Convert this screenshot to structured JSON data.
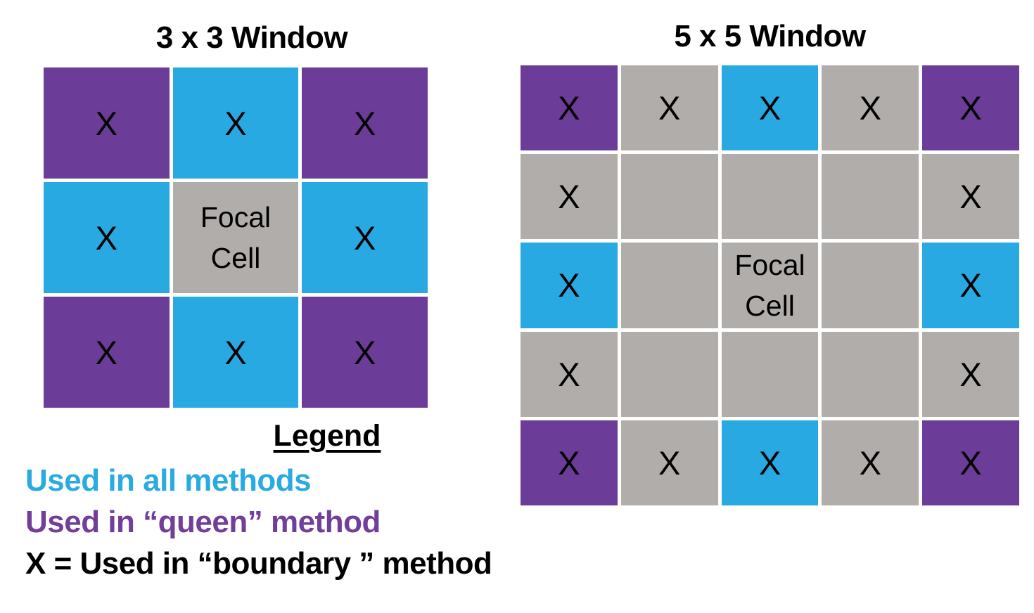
{
  "colors": {
    "purple": "#6B3C98",
    "blue": "#29A9E1",
    "gray": "#B1ADAB",
    "mark": "#000000"
  },
  "window3": {
    "title": "3 x 3 Window",
    "focal_label": [
      "Focal",
      "Cell"
    ],
    "rows": [
      [
        {
          "c": "purple",
          "m": "X"
        },
        {
          "c": "blue",
          "m": "X"
        },
        {
          "c": "purple",
          "m": "X"
        }
      ],
      [
        {
          "c": "blue",
          "m": "X"
        },
        {
          "c": "gray",
          "focal": true
        },
        {
          "c": "blue",
          "m": "X"
        }
      ],
      [
        {
          "c": "purple",
          "m": "X"
        },
        {
          "c": "blue",
          "m": "X"
        },
        {
          "c": "purple",
          "m": "X"
        }
      ]
    ]
  },
  "window5": {
    "title": "5 x 5 Window",
    "focal_label": [
      "Focal",
      "Cell"
    ],
    "rows": [
      [
        {
          "c": "purple",
          "m": "X"
        },
        {
          "c": "gray",
          "m": "X"
        },
        {
          "c": "blue",
          "m": "X"
        },
        {
          "c": "gray",
          "m": "X"
        },
        {
          "c": "purple",
          "m": "X"
        }
      ],
      [
        {
          "c": "gray",
          "m": "X"
        },
        {
          "c": "gray",
          "m": ""
        },
        {
          "c": "gray",
          "m": ""
        },
        {
          "c": "gray",
          "m": ""
        },
        {
          "c": "gray",
          "m": "X"
        }
      ],
      [
        {
          "c": "blue",
          "m": "X"
        },
        {
          "c": "gray",
          "m": ""
        },
        {
          "c": "gray",
          "focal": true
        },
        {
          "c": "gray",
          "m": ""
        },
        {
          "c": "blue",
          "m": "X"
        }
      ],
      [
        {
          "c": "gray",
          "m": "X"
        },
        {
          "c": "gray",
          "m": ""
        },
        {
          "c": "gray",
          "m": ""
        },
        {
          "c": "gray",
          "m": ""
        },
        {
          "c": "gray",
          "m": "X"
        }
      ],
      [
        {
          "c": "purple",
          "m": "X"
        },
        {
          "c": "gray",
          "m": "X"
        },
        {
          "c": "blue",
          "m": "X"
        },
        {
          "c": "gray",
          "m": "X"
        },
        {
          "c": "purple",
          "m": "X"
        }
      ]
    ]
  },
  "legend": {
    "title": "Legend",
    "items": [
      {
        "text": "Used in all methods",
        "color": "#29ABE2"
      },
      {
        "text": "Used in “queen” method",
        "color": "#713E99"
      },
      {
        "text": "X = Used in “boundary ” method",
        "color": "#000000"
      }
    ]
  }
}
